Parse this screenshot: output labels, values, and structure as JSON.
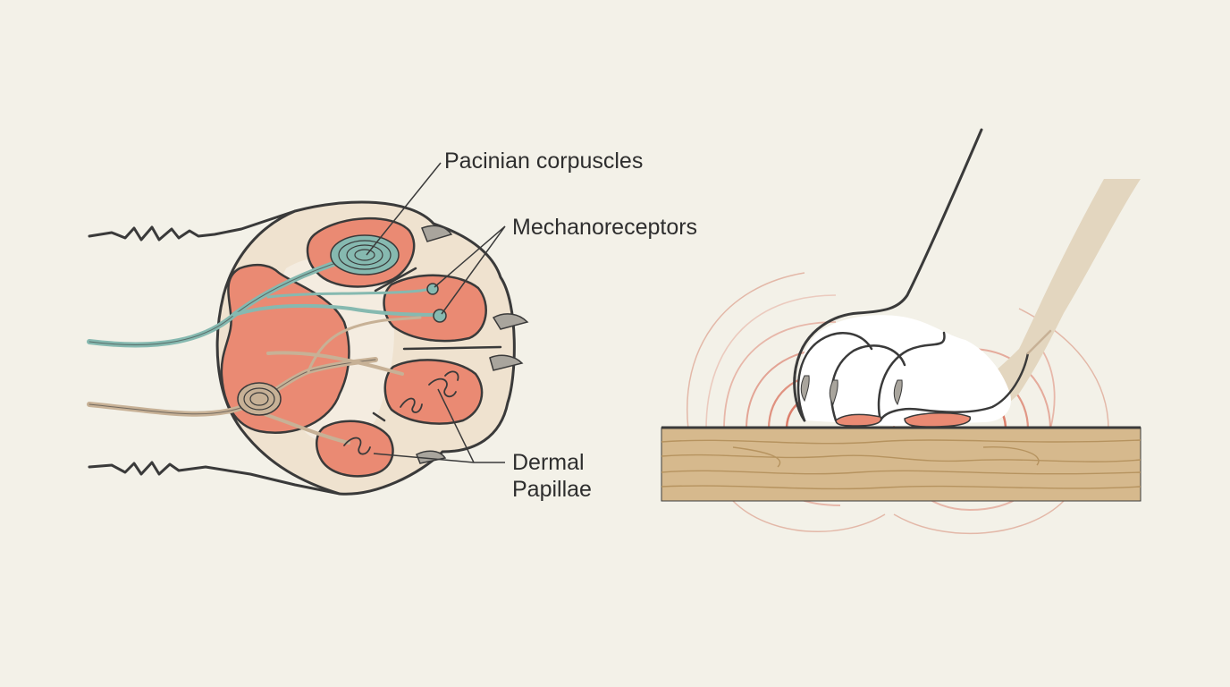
{
  "labels": {
    "pacinian": "Pacinian corpuscles",
    "mechanoreceptors": "Mechanoreceptors",
    "dermal_line1": "Dermal",
    "dermal_line2": "Papillae"
  },
  "colors": {
    "background": "#f3f1e8",
    "outline": "#3a3a3a",
    "pad": "#ea8a73",
    "tissue": "#efe2cf",
    "nerve_teal": "#86b9b0",
    "nerve_tan": "#c7b196",
    "claw": "#a9a59d",
    "wood": "#d6b98d",
    "wood_grain": "#b6935f",
    "vibration": "#d9715d",
    "leg_shadow": "#e3d6bf"
  },
  "icons": [
    "claw-icon",
    "pacinian-corpuscle-icon",
    "mechanoreceptor-icon",
    "vibration-wave-icon"
  ]
}
